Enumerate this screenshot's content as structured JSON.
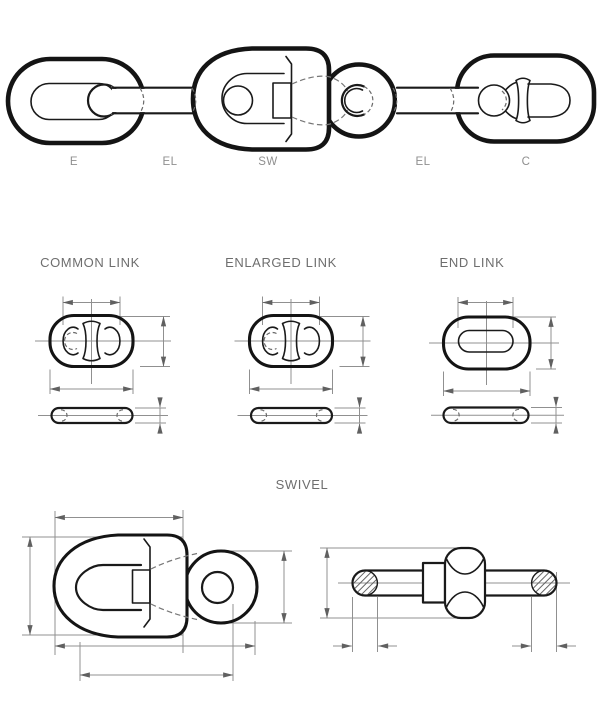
{
  "assembly": {
    "labels": [
      {
        "id": "end-link",
        "text": "E"
      },
      {
        "id": "enlarged-link-left",
        "text": "EL"
      },
      {
        "id": "swivel",
        "text": "SW"
      },
      {
        "id": "enlarged-link-right",
        "text": "EL"
      },
      {
        "id": "common-link",
        "text": "C"
      }
    ]
  },
  "sections": [
    {
      "title": "COMMON LINK"
    },
    {
      "title": "ENLARGED LINK"
    },
    {
      "title": "END LINK"
    },
    {
      "title": "SWIVEL"
    }
  ],
  "colors": {
    "outline": "#141414",
    "dimension_line": "#909090",
    "hidden_line": "#6a6a6a",
    "title_text": "#6e6e6e",
    "label_text": "#8f8f8f",
    "background": "#ffffff"
  }
}
